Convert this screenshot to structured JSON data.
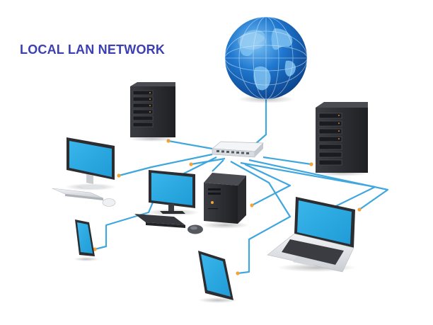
{
  "title": "LOCAL LAN NETWORK",
  "colors": {
    "title": "#3c3fb0",
    "cable": "#3fa7dd",
    "screen": "#29aae2",
    "device_dark": "#2b2d31",
    "device_light": "#e9ecef",
    "globe_ocean": "#1b6fc4",
    "globe_land": "#6cb6f0",
    "connector": "#f2a43a"
  },
  "nodes": [
    {
      "id": "internet",
      "icon": "globe-icon"
    },
    {
      "id": "switch",
      "icon": "network-switch-icon"
    },
    {
      "id": "server-left",
      "icon": "server-rack-icon"
    },
    {
      "id": "server-right",
      "icon": "server-rack-icon"
    },
    {
      "id": "desktop-monitor",
      "icon": "monitor-icon"
    },
    {
      "id": "workstation",
      "icon": "monitor-icon"
    },
    {
      "id": "pc-tower",
      "icon": "pc-tower-icon"
    },
    {
      "id": "laptop",
      "icon": "laptop-icon"
    },
    {
      "id": "phone",
      "icon": "smartphone-icon"
    },
    {
      "id": "tablet",
      "icon": "tablet-icon"
    }
  ]
}
